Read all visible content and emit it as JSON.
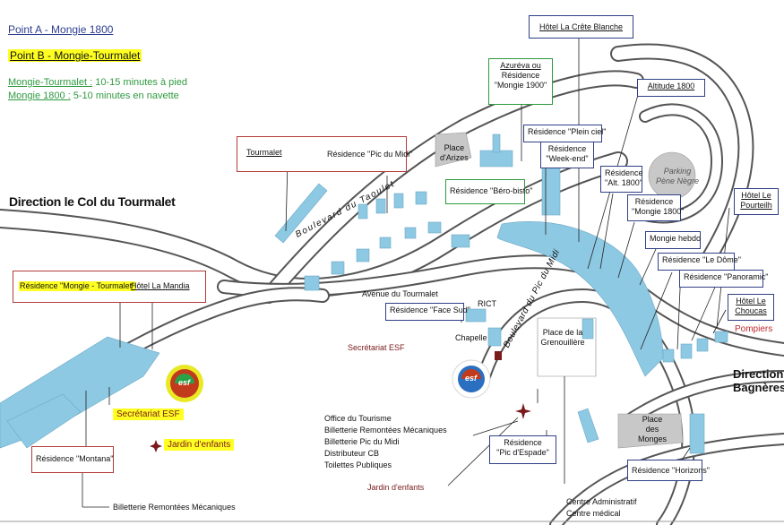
{
  "legend": {
    "point_a": "Point A - Mongie 1800",
    "point_b": "Point B - Mongie-Tourmalet",
    "walk_key": "Mongie-Tourmalet :",
    "walk_value": " 10-15 minutes à pied",
    "shuttle_key": "Mongie 1800 :",
    "shuttle_value": " 5-10 minutes en navette"
  },
  "directions": {
    "col": "Direction le Col du Tourmalet",
    "bagneres_1": "Direction",
    "bagneres_2": "Bagnères"
  },
  "roads": {
    "taoulet": "Boulevard du Taoulet",
    "pic_du_midi": "Boulevard du Pic du Midi",
    "avenue": "Avenue du Tourmalet"
  },
  "places": {
    "arizes_1": "Place",
    "arizes_2": "d'Arizes",
    "parking_1": "Parking",
    "parking_2": "Pène Nègre",
    "grenouillere_1": "Place de la",
    "grenouillere_2": "Grenouillère",
    "monges_1": "Place",
    "monges_2": "des",
    "monges_3": "Monges",
    "rict": "RICT",
    "chapelle": "Chapelle"
  },
  "boxes": {
    "creste": "Hôtel La Crête Blanche",
    "azureva_1": "Azuréva ou",
    "azureva_2": "Résidence",
    "azureva_3": "\"Mongie 1900\"",
    "altitude": "Altitude 1800",
    "tourmalet": "Tourmalet",
    "picmidi": "Résidence \"Pic du Midi\"",
    "pleinciel": "Résidence \"Plein ciel\"",
    "weekend_1": "Résidence",
    "weekend_2": "\"Week-end\"",
    "bero": "Résidence \"Béro-bisto\"",
    "alt1800_1": "Résidence",
    "alt1800_2": "\"Alt. 1800\"",
    "mongie1800_1": "Résidence",
    "mongie1800_2": "\"Mongie 1800\"",
    "pourteilh_1": "Hôtel Le",
    "pourteilh_2": "Pourteilh",
    "hebdo": "Mongie hebdo",
    "dome": "Résidence \"Le Dôme\"",
    "panoramic": "Résidence \"Panoramic\"",
    "choucas_1": "Hôtel Le",
    "choucas_2": "Choucas",
    "mongie_tourmalet": "Résidence \"Mongie - Tourmalet\"",
    "mandia": "Hôtel La Mandia",
    "facesud": "Résidence \"Face Sud\"",
    "montana": "Résidence \"Montana\"",
    "espade_1": "Résidence",
    "espade_2": "\"Pic d'Espade\"",
    "horizons": "Résidence \"Horizons\""
  },
  "labels": {
    "pompiers": "Pompiers",
    "secretariat_right": "Secrétariat ESF",
    "secretariat_left": "Secrétariat ESF",
    "jardin_left": "Jardin d'enfants",
    "jardin_right": "Jardin d'enfants",
    "billetterie_bottom": "Billetterie Remontées Mécaniques",
    "services_1": "Office du Tourisme",
    "services_2": "Billetterie Remontées Mécaniques",
    "services_3": "Billetterie Pic du Midi",
    "services_4": "Distributeur CB",
    "services_5": "Toilettes Publiques",
    "centre_1": "Centre Administratif",
    "centre_2": "Centre médical",
    "esf_logo": "esf"
  },
  "colors": {
    "building": "#8ec9e4",
    "road": "#ffffff",
    "road_edge": "#555555",
    "red_box": "#b33a3a",
    "blue_box": "#2f3f86",
    "green_box": "#2e9a3f",
    "highlight": "#ffff22",
    "marker": "#7a1a1a"
  }
}
